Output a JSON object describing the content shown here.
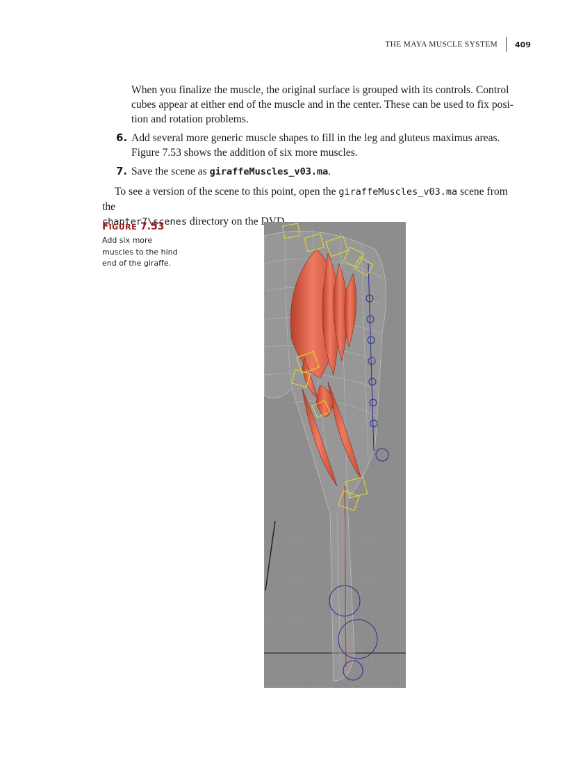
{
  "header": {
    "title": "THE MAYA MUSCLE SYSTEM",
    "page_number": "409"
  },
  "body": {
    "intro_paragraph": "When you finalize the muscle, the original surface is grouped with its controls. Control cubes appear at either end of the muscle and in the center. These can be used to fix position and rotation problems.",
    "intro_lines": [
      "When you finalize the muscle, the original surface is grouped with its controls. Control",
      "cubes appear at either end of the muscle and in the center. These can be used to fix posi-",
      "tion and rotation problems."
    ],
    "steps": [
      {
        "number": "6.",
        "lines": [
          "Add several more generic muscle shapes to fill in the leg and gluteus maximus areas.",
          "Figure 7.53 shows the addition of six more muscles."
        ]
      },
      {
        "number": "7.",
        "prefix": "Save the scene as ",
        "filename": "giraffeMuscles_v03.ma",
        "suffix": "."
      }
    ],
    "closing": {
      "part1": "To see a version of the scene to this point, open the ",
      "filename": "giraffeMuscles_v03.ma",
      "part2": " scene from the",
      "directory": "chapter7\\scenes",
      "part3": " directory on the DVD."
    }
  },
  "figure": {
    "label_prefix": "F",
    "label_word": "IGURE",
    "label_number": "7.53",
    "caption": "Add six more muscles to the hind end of the giraffe."
  },
  "colors": {
    "figure_label": "#9a1a16",
    "muscle": "#e0614a",
    "control_cube": "#e8e020",
    "joint_chain": "#2a2a9a",
    "viewport_background": "#8e8e8e"
  }
}
